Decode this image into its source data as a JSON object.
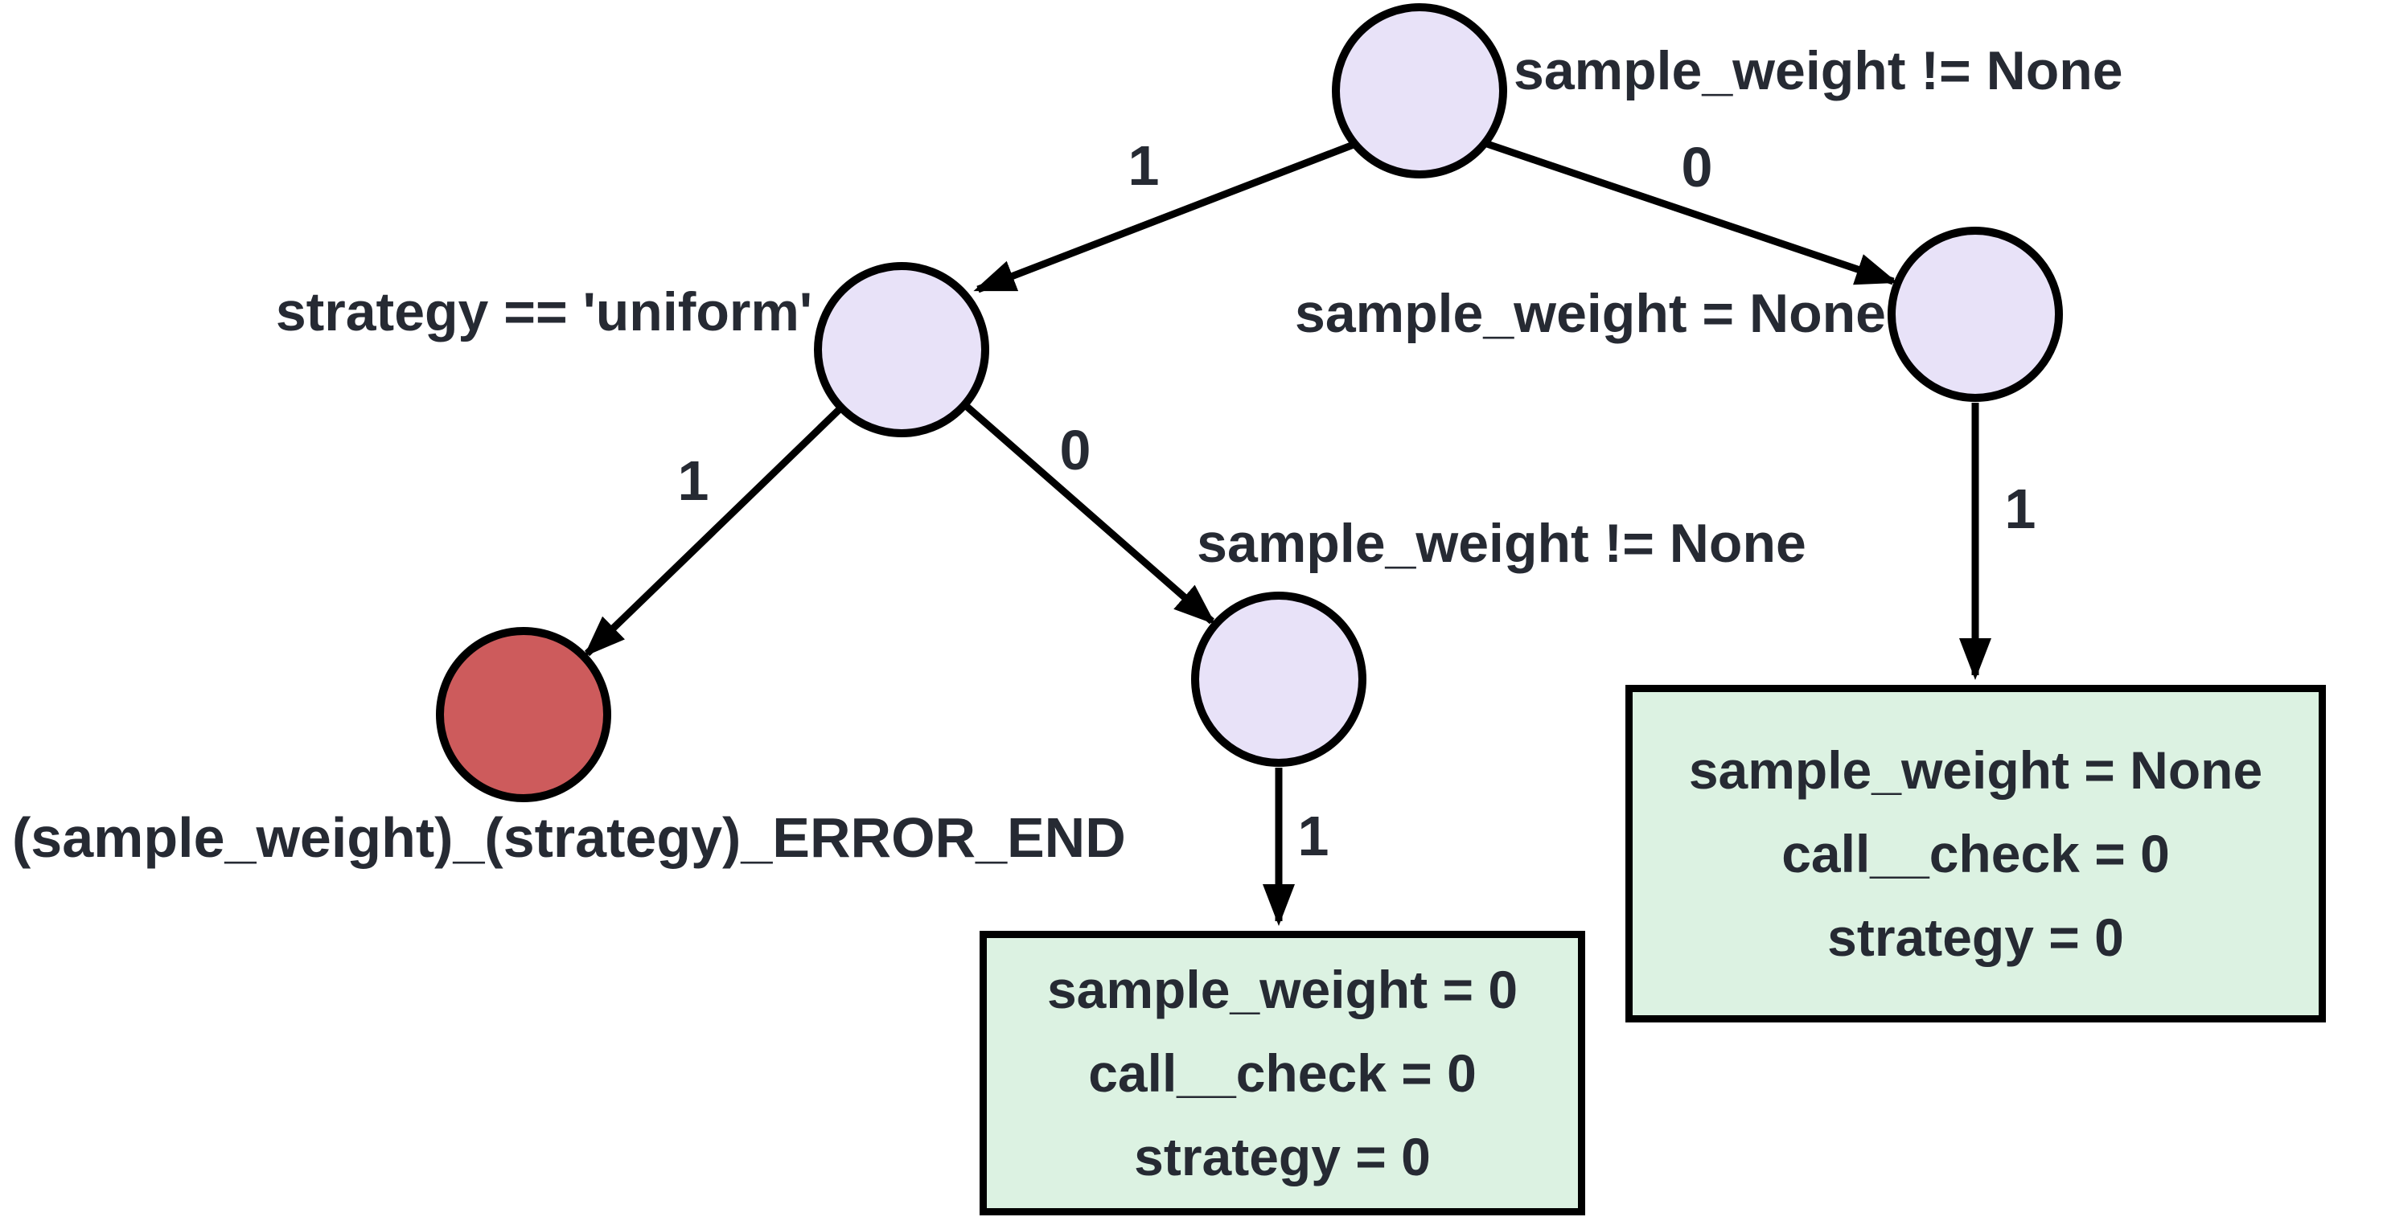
{
  "diagram": {
    "title": "binary decision diagram",
    "colors": {
      "background": "#ffffff",
      "decision_node_fill": "#e8e2f8",
      "error_node_fill": "#cd5b5c",
      "leaf_box_fill": "#dcf2e2",
      "stroke": "#000000",
      "text": "#262a33"
    },
    "node_labels": {
      "root": "sample_weight != None",
      "strategy": "strategy == 'uniform'",
      "right": "sample_weight = None",
      "mid": "sample_weight != None",
      "error": "(sample_weight)_(strategy)_ERROR_END"
    },
    "edge_labels": {
      "root_to_strategy": "1",
      "root_to_right": "0",
      "strategy_to_error": "1",
      "strategy_to_mid": "0",
      "mid_to_leaf": "1",
      "right_to_leaf": "1"
    },
    "leaves": {
      "mid_box": {
        "lines": [
          "sample_weight = 0",
          "call__check = 0",
          "strategy = 0"
        ]
      },
      "right_box": {
        "lines": [
          "sample_weight = None",
          "call__check = 0",
          "strategy = 0"
        ]
      }
    }
  }
}
